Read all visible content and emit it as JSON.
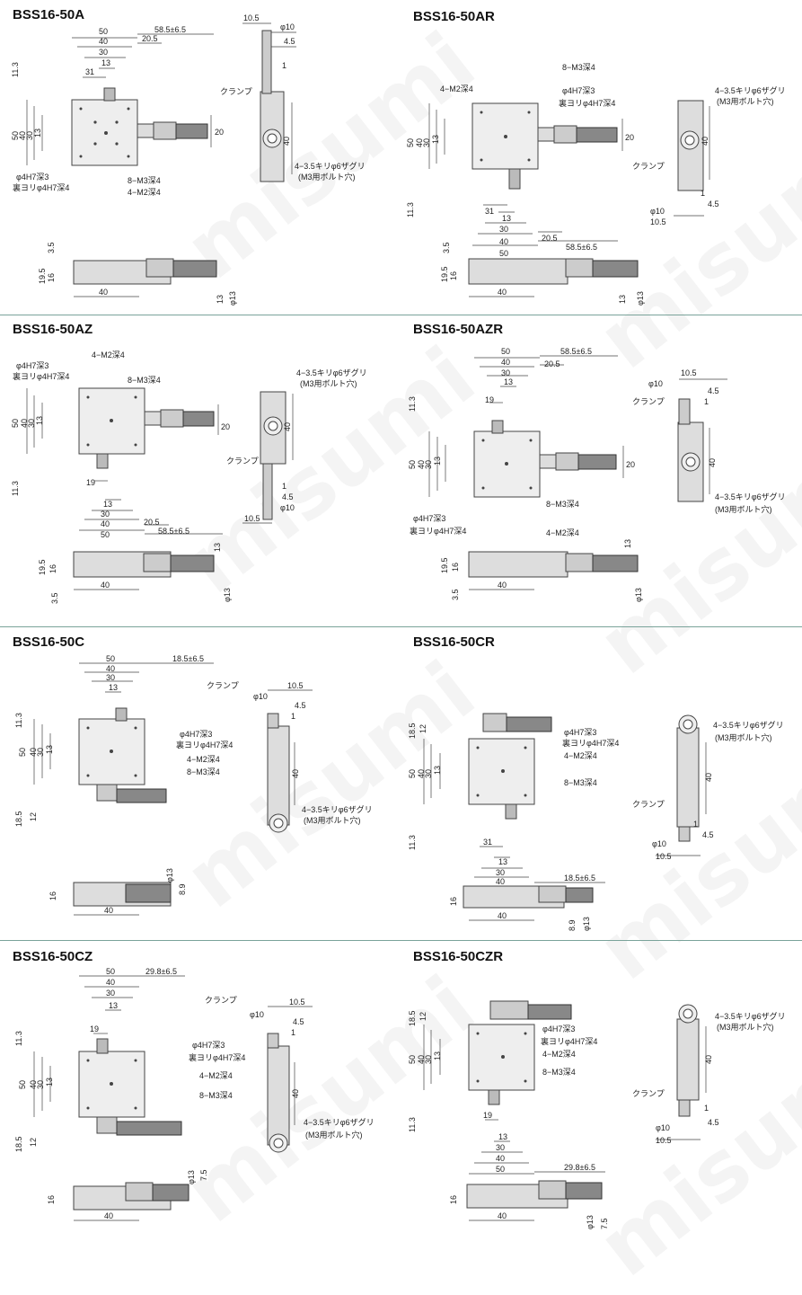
{
  "watermark": "misumi",
  "titles": [
    "BSS16-50A",
    "BSS16-50AR",
    "BSS16-50AZ",
    "BSS16-50AZR",
    "BSS16-50C",
    "BSS16-50CR",
    "BSS16-50CZ",
    "BSS16-50CZR"
  ],
  "dims": {
    "d50": "50",
    "d40": "40",
    "d30": "30",
    "d13": "13",
    "d31": "31",
    "d19": "19",
    "d20": "20",
    "d11_3": "11.3",
    "d3_5": "3.5",
    "d19_5": "19.5",
    "d16": "16",
    "d12": "12",
    "d18_5": "18.5",
    "d10_5": "10.5",
    "d4_5": "4.5",
    "d1": "1",
    "d8_9": "8.9",
    "d7_5": "7.5",
    "phi10": "φ10",
    "phi13": "φ13",
    "d20_5": "20.5",
    "travel_a": "58.5±6.5",
    "travel_c": "18.5±6.5",
    "travel_cz": "29.8±6.5"
  },
  "notes": {
    "clamp": "クランプ",
    "phi4": "φ4H7深3",
    "back_phi4": "裏ヨリφ4H7深4",
    "m2": "4−M2深4",
    "m3": "8−M3深4",
    "bolt_hole": "4−3.5キリφ6ザグリ",
    "m3_bolt": "(M3用ボルト穴)"
  }
}
